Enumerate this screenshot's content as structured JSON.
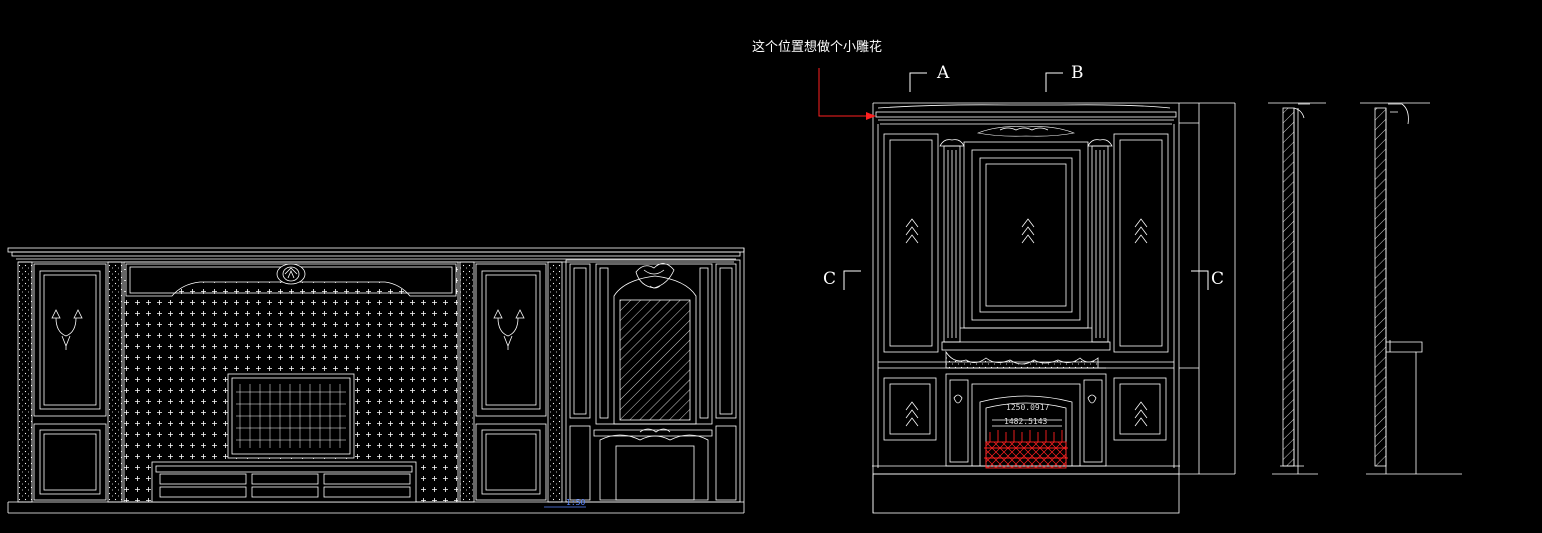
{
  "annotation": {
    "note": "这个位置想做个小雕花"
  },
  "section_markers": {
    "a": "A",
    "b": "B",
    "c_left": "C",
    "c_right": "C"
  },
  "dimensions": {
    "d1": "1250.0917",
    "d2": "1482.5143",
    "scale_tag": "1:50"
  },
  "colors": {
    "background": "#000000",
    "line": "#ffffff",
    "leader": "#ff2020",
    "dim_blue": "#5a86ff"
  }
}
